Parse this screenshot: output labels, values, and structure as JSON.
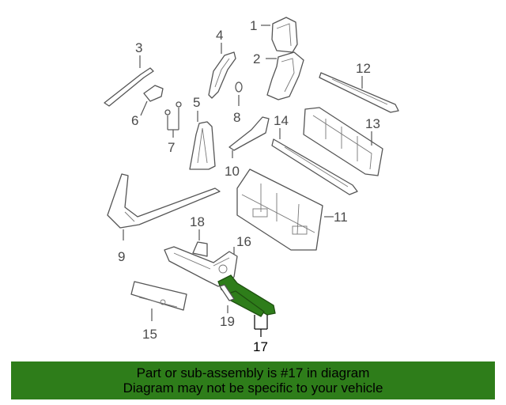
{
  "callouts": {
    "c1": "1",
    "c2": "2",
    "c3": "3",
    "c4": "4",
    "c5": "5",
    "c6": "6",
    "c7": "7",
    "c8": "8",
    "c9": "9",
    "c10": "10",
    "c11": "11",
    "c12": "12",
    "c13": "13",
    "c14": "14",
    "c15": "15",
    "c16": "16",
    "c17": "17",
    "c18": "18",
    "c19": "19"
  },
  "highlighted_part": "17",
  "colors": {
    "highlight": "#2e7d1a",
    "banner": "#2e7d1a",
    "line": "#555555"
  },
  "banner": {
    "line1": "Part or sub-assembly is #17 in diagram",
    "line2": "Diagram may not be specific to your vehicle"
  }
}
